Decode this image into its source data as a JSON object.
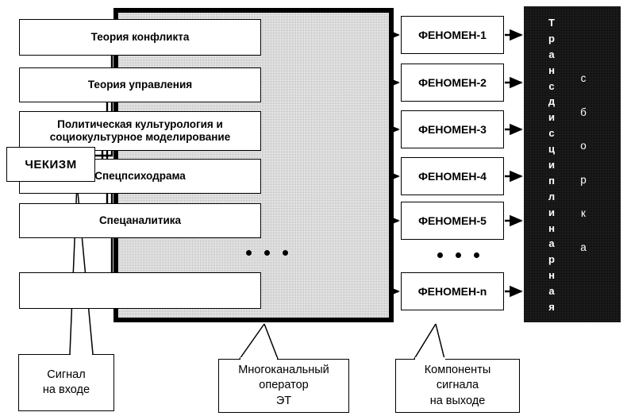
{
  "diagram": {
    "title": "Chekism as multichannel operator diagram",
    "source": {
      "label": "ЧЕКИЗМ"
    },
    "operator": {
      "methods": [
        {
          "id": 1,
          "lines": [
            "Теория конфликта"
          ]
        },
        {
          "id": 2,
          "lines": [
            "Теория управления"
          ]
        },
        {
          "id": 3,
          "lines": [
            "Политическая культурология и",
            "социокультурное моделирование"
          ]
        },
        {
          "id": 4,
          "lines": [
            "Спецпсиходрама"
          ]
        },
        {
          "id": 5,
          "lines": [
            "Спецаналитика"
          ]
        },
        {
          "id": 6,
          "lines": [
            ""
          ]
        }
      ],
      "ellipsis": "• • •"
    },
    "phenomena": [
      {
        "label": "ФЕНОМЕН-1"
      },
      {
        "label": "ФЕНОМЕН-2"
      },
      {
        "label": "ФЕНОМЕН-3"
      },
      {
        "label": "ФЕНОМЕН-4"
      },
      {
        "label": "ФЕНОМЕН-5"
      },
      {
        "label": "ФЕНОМЕН-n"
      }
    ],
    "phenomena_ellipsis": "• • •",
    "assembly": {
      "main_word": "Трансдисциплинарная",
      "sub_word": "сборка",
      "main_letters": [
        "Т",
        "р",
        "а",
        "н",
        "с",
        "д",
        "и",
        "с",
        "ц",
        "и",
        "п",
        "л",
        "и",
        "н",
        "а",
        "р",
        "н",
        "а",
        "я"
      ],
      "sub_letters": [
        "с",
        "б",
        "о",
        "р",
        "к",
        "а"
      ]
    },
    "callouts": [
      {
        "id": "input-signal",
        "lines": [
          "Сигнал",
          "на входе"
        ]
      },
      {
        "id": "operator",
        "lines": [
          "Многоканальный",
          "оператор",
          "ЭТ"
        ]
      },
      {
        "id": "output-components",
        "lines": [
          "Компоненты",
          "сигнала",
          "на выходе"
        ]
      }
    ],
    "colors": {
      "background": "#ffffff",
      "stroke": "#000000",
      "operator_fill": "#b9b9b9",
      "assembly_fill": "#0a0a0a",
      "box_fill": "#ffffff"
    }
  }
}
